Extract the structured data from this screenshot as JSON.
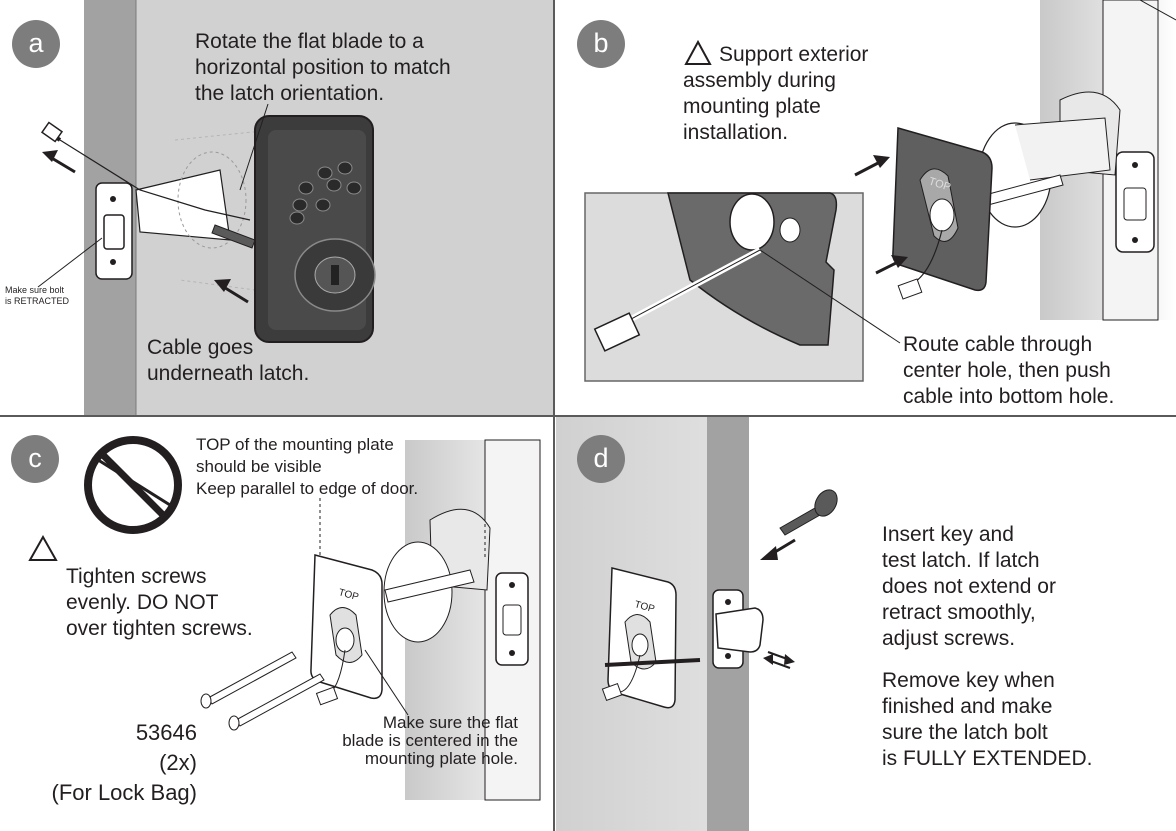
{
  "colors": {
    "badge": "#7d7d7d",
    "panel_gray": "#d1d1d1",
    "door_edge": "#a2a2a2",
    "hardware_dark": "#3c3c3c",
    "line": "#231f20"
  },
  "panels": {
    "a": {
      "badge": "a",
      "instruction": "Rotate the flat blade to a\nhorizontal position to match\nthe latch orientation.",
      "bolt_note": "Make sure bolt\nis RETRACTED",
      "cable_note": "Cable goes\nunderneath latch."
    },
    "b": {
      "badge": "b",
      "warning_symbol": "⚠",
      "support_note": "Support exterior\nassembly during\nmounting plate\ninstallation.",
      "route_note": "Route cable through\ncenter hole, then push\ncable into bottom hole.",
      "plate_label": "TOP"
    },
    "c": {
      "badge": "c",
      "top_note": "TOP of the mounting plate\nshould be visible\nKeep parallel to edge of door.",
      "warning_symbol": "⚠",
      "tighten_note": "Tighten screws\nevenly.  DO NOT\nover tighten screws.",
      "part_number": "53646\n(2x)\n(For Lock Bag)",
      "blade_note": "Make sure the flat\nblade is centered in the\nmounting plate hole.",
      "plate_label": "TOP"
    },
    "d": {
      "badge": "d",
      "key_note": "Insert key and\ntest latch. If latch\ndoes not extend or\nretract smoothly,\nadjust screws.",
      "remove_note": "Remove key when\nfinished and make\nsure the latch bolt\nis FULLY EXTENDED.",
      "plate_label": "TOP"
    }
  }
}
